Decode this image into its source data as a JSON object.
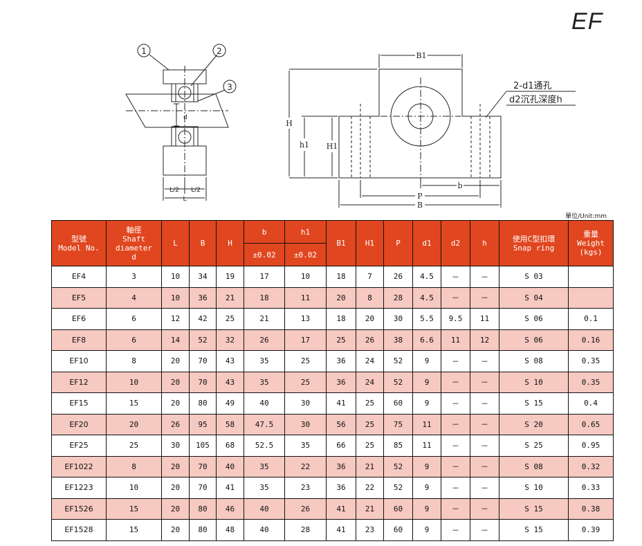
{
  "title": "EF",
  "unit_note": "單位/Unit:mm",
  "drawing": {
    "balloons": [
      "1",
      "2",
      "3"
    ],
    "left_labels": {
      "d": "d",
      "half_left": "L/2",
      "half_right": "L/2",
      "length": "L"
    },
    "right_labels": {
      "B1": "B1",
      "H": "H",
      "h1": "h1",
      "H1": "H1",
      "b": "b",
      "P": "P",
      "B": "B",
      "hole_note_1": "2-d1通孔",
      "hole_note_2": "d2沉孔深度h"
    }
  },
  "table": {
    "headers": {
      "model": "型號\nModel No.",
      "shaft": "軸徑\nShaft\ndiameter\nd",
      "L": "L",
      "B": "B",
      "H": "H",
      "b": "b",
      "b_tol": "±0.02",
      "h1": "h1",
      "h1_tol": "±0.02",
      "B1": "B1",
      "H1": "H1",
      "P": "P",
      "d1": "d1",
      "d2": "d2",
      "h": "h",
      "snap": "使用C型扣環\nSnap ring",
      "weight": "重量\nWeight\n(kgs)"
    },
    "rows": [
      [
        "EF4",
        "3",
        "10",
        "34",
        "19",
        "17",
        "10",
        "18",
        "7",
        "26",
        "4.5",
        "－",
        "－",
        "S 03",
        ""
      ],
      [
        "EF5",
        "4",
        "10",
        "36",
        "21",
        "18",
        "11",
        "20",
        "8",
        "28",
        "4.5",
        "－",
        "－",
        "S 04",
        ""
      ],
      [
        "EF6",
        "6",
        "12",
        "42",
        "25",
        "21",
        "13",
        "18",
        "20",
        "30",
        "5.5",
        "9.5",
        "11",
        "S 06",
        "0.1"
      ],
      [
        "EF8",
        "6",
        "14",
        "52",
        "32",
        "26",
        "17",
        "25",
        "26",
        "38",
        "6.6",
        "11",
        "12",
        "S 06",
        "0.16"
      ],
      [
        "EF10",
        "8",
        "20",
        "70",
        "43",
        "35",
        "25",
        "36",
        "24",
        "52",
        "9",
        "－",
        "－",
        "S 08",
        "0.35"
      ],
      [
        "EF12",
        "10",
        "20",
        "70",
        "43",
        "35",
        "25",
        "36",
        "24",
        "52",
        "9",
        "－",
        "－",
        "S 10",
        "0.35"
      ],
      [
        "EF15",
        "15",
        "20",
        "80",
        "49",
        "40",
        "30",
        "41",
        "25",
        "60",
        "9",
        "－",
        "－",
        "S 15",
        "0.4"
      ],
      [
        "EF20",
        "20",
        "26",
        "95",
        "58",
        "47.5",
        "30",
        "56",
        "25",
        "75",
        "11",
        "－",
        "－",
        "S 20",
        "0.65"
      ],
      [
        "EF25",
        "25",
        "30",
        "105",
        "68",
        "52.5",
        "35",
        "66",
        "25",
        "85",
        "11",
        "－",
        "－",
        "S 25",
        "0.95"
      ],
      [
        "EF1022",
        "8",
        "20",
        "70",
        "40",
        "35",
        "22",
        "36",
        "21",
        "52",
        "9",
        "－",
        "－",
        "S 08",
        "0.32"
      ],
      [
        "EF1223",
        "10",
        "20",
        "70",
        "41",
        "35",
        "23",
        "36",
        "22",
        "52",
        "9",
        "－",
        "－",
        "S 10",
        "0.33"
      ],
      [
        "EF1526",
        "15",
        "20",
        "80",
        "46",
        "40",
        "26",
        "41",
        "21",
        "60",
        "9",
        "－",
        "－",
        "S 15",
        "0.38"
      ],
      [
        "EF1528",
        "15",
        "20",
        "80",
        "48",
        "40",
        "28",
        "41",
        "23",
        "60",
        "9",
        "－",
        "－",
        "S 15",
        "0.39"
      ]
    ]
  }
}
